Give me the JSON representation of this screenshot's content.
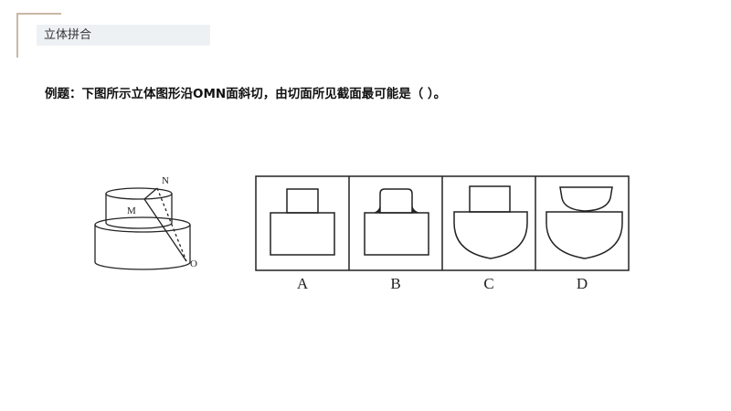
{
  "section": {
    "label": "立体拼合"
  },
  "question": {
    "text": "例题：下图所示立体图形沿OMN面斜切，由切面所见截面最可能是（    ）。"
  },
  "solid": {
    "labels": {
      "n": "N",
      "m": "M",
      "o": "O"
    }
  },
  "options": [
    {
      "letter": "A"
    },
    {
      "letter": "B"
    },
    {
      "letter": "C"
    },
    {
      "letter": "D"
    }
  ]
}
